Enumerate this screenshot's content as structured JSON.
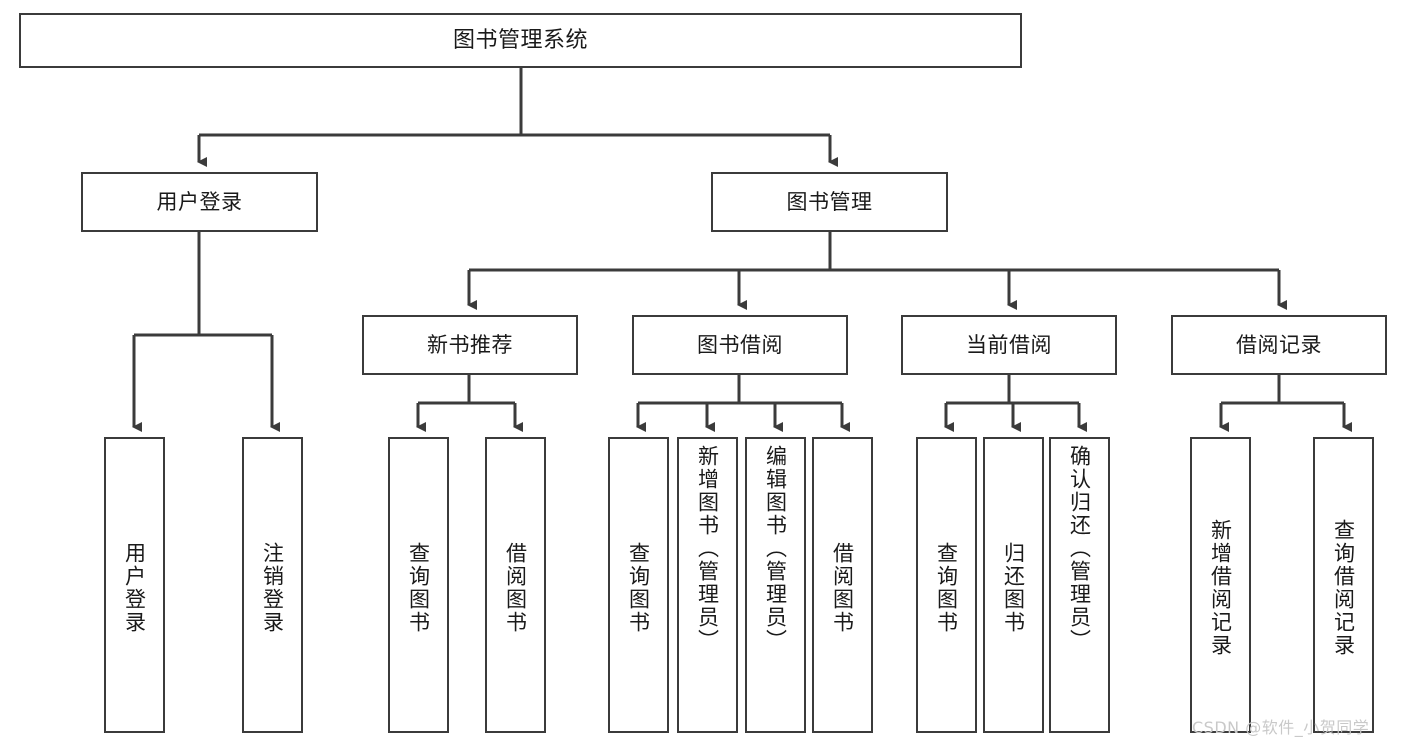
{
  "diagram": {
    "type": "tree",
    "title": "图书管理系统",
    "background_color": "#ffffff",
    "line_color": "#3b3b3b",
    "text_color": "#1a1a1a",
    "root": {
      "label": "图书管理系统"
    },
    "level1": [
      {
        "label": "用户登录"
      },
      {
        "label": "图书管理"
      }
    ],
    "level2": [
      {
        "label": "新书推荐"
      },
      {
        "label": "图书借阅"
      },
      {
        "label": "当前借阅"
      },
      {
        "label": "借阅记录"
      }
    ],
    "leaves": {
      "user_login": [
        {
          "label": "用户登录"
        },
        {
          "label": "注销登录"
        }
      ],
      "new_book_recommend": [
        {
          "label": "查询图书"
        },
        {
          "label": "借阅图书"
        }
      ],
      "book_borrow": [
        {
          "label": "查询图书"
        },
        {
          "label": "新增图书（管理员）"
        },
        {
          "label": "编辑图书（管理员）"
        },
        {
          "label": "借阅图书"
        }
      ],
      "current_borrow": [
        {
          "label": "查询图书"
        },
        {
          "label": "归还图书"
        },
        {
          "label": "确认归还（管理员）"
        }
      ],
      "borrow_record": [
        {
          "label": "新增借阅记录"
        },
        {
          "label": "查询借阅记录"
        }
      ]
    }
  },
  "watermark": {
    "text": "CSDN @软件_小贺同学",
    "color": "#c9c9c9"
  }
}
